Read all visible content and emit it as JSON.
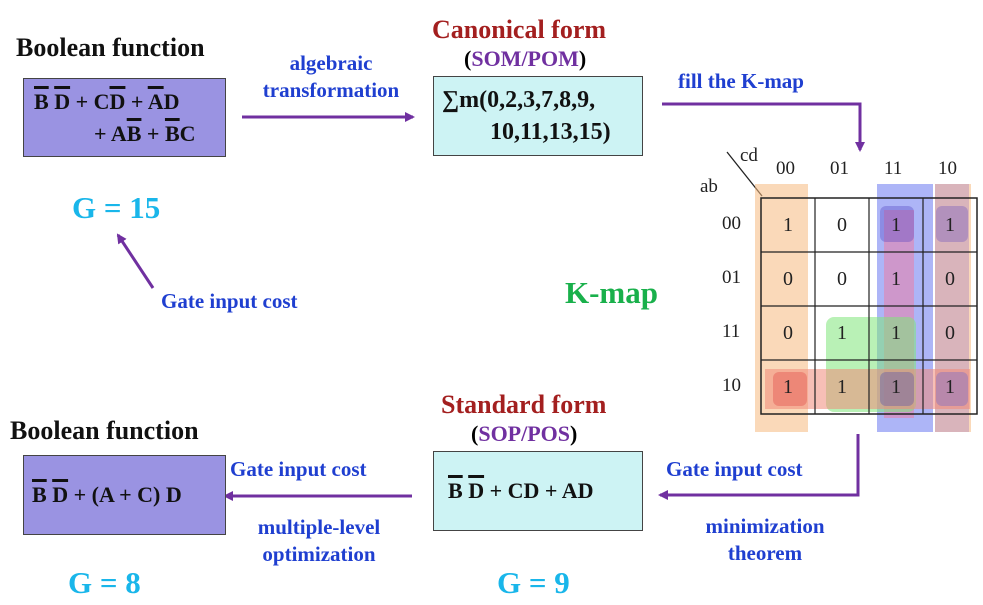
{
  "top_left": {
    "title": "Boolean function",
    "expr_line1": [
      {
        "t": "B",
        "ov": true
      },
      {
        "t": " "
      },
      {
        "t": "D",
        "ov": true
      },
      {
        "t": " + C"
      },
      {
        "t": "D",
        "ov": true
      },
      {
        "t": " + "
      },
      {
        "t": "A",
        "ov": true
      },
      {
        "t": "D"
      }
    ],
    "expr_line2": [
      {
        "t": "+ A"
      },
      {
        "t": "B",
        "ov": true
      },
      {
        "t": " + "
      },
      {
        "t": "B",
        "ov": true
      },
      {
        "t": "C"
      }
    ],
    "cost": "G = 15",
    "cost_label": "Gate input cost"
  },
  "arrow_top": {
    "label_line1": "algebraic",
    "label_line2": "transformation"
  },
  "canonical": {
    "title": "Canonical form",
    "subtitle_open": "(",
    "subtitle": "SOM/POM",
    "subtitle_close": ")",
    "expr_line1": "∑m(0,2,3,7,8,9,",
    "expr_line2": "10,11,13,15)"
  },
  "arrow_fill": {
    "label": "fill the K-map"
  },
  "kmap": {
    "label": "K-map",
    "cd_label": "cd",
    "ab_label": "ab",
    "col_headers": [
      "00",
      "01",
      "11",
      "10"
    ],
    "row_headers": [
      "00",
      "01",
      "11",
      "10"
    ],
    "cells": [
      [
        "1",
        "0",
        "1",
        "1"
      ],
      [
        "0",
        "0",
        "1",
        "0"
      ],
      [
        "0",
        "1",
        "1",
        "0"
      ],
      [
        "1",
        "1",
        "1",
        "1"
      ]
    ]
  },
  "arrow_min": {
    "label_top": "Gate input cost",
    "label_line1": "minimization",
    "label_line2": "theorem"
  },
  "standard": {
    "title": "Standard form",
    "subtitle_open": "(",
    "subtitle": "SOP/POS",
    "subtitle_close": ")",
    "expr": [
      {
        "t": "B",
        "ov": true
      },
      {
        "t": " "
      },
      {
        "t": "D",
        "ov": true
      },
      {
        "t": " + CD + AD"
      }
    ],
    "cost": "G = 9"
  },
  "arrow_multi": {
    "label_top": "Gate input cost",
    "label_line1": "multiple-level",
    "label_line2": "optimization"
  },
  "bottom_left": {
    "title": "Boolean function",
    "expr": [
      {
        "t": "B",
        "ov": true
      },
      {
        "t": " "
      },
      {
        "t": "D",
        "ov": true
      },
      {
        "t": " + (A + C) D"
      }
    ],
    "cost": "G = 8"
  },
  "colors": {
    "arrow": "#7030a0",
    "title_red": "#a31f1f",
    "label_blue": "#1f3fd0",
    "cost_cyan": "#19b6ea",
    "kmap_green": "#19b04b"
  }
}
